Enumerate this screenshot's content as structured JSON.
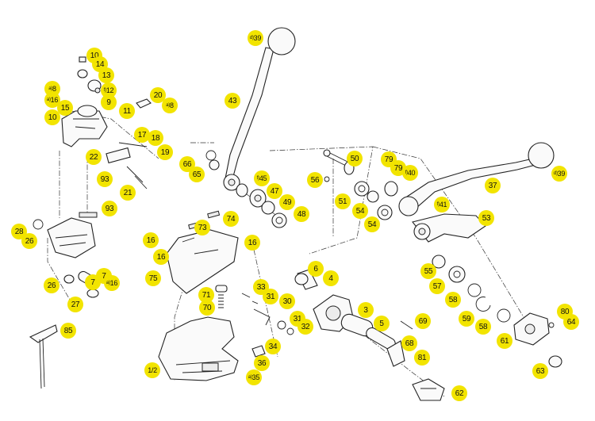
{
  "diagram": {
    "callouts": [
      {
        "id": "c-10a",
        "label": "10"
      },
      {
        "id": "c-14",
        "label": "14"
      },
      {
        "id": "c-13",
        "label": "13"
      },
      {
        "id": "c-8a",
        "prefix": "a)",
        "label": "8"
      },
      {
        "id": "c-16a",
        "prefix": "a)",
        "label": "16"
      },
      {
        "id": "c-12",
        "prefix": "f)",
        "label": "12"
      },
      {
        "id": "c-9",
        "label": "9"
      },
      {
        "id": "c-15",
        "label": "15"
      },
      {
        "id": "c-10b",
        "label": "10"
      },
      {
        "id": "c-11",
        "label": "11"
      },
      {
        "id": "c-20",
        "label": "20"
      },
      {
        "id": "c-8b",
        "prefix": "a)",
        "label": "8"
      },
      {
        "id": "c-17",
        "label": "17"
      },
      {
        "id": "c-18",
        "label": "18"
      },
      {
        "id": "c-19",
        "label": "19"
      },
      {
        "id": "c-22",
        "label": "22"
      },
      {
        "id": "c-93a",
        "label": "93"
      },
      {
        "id": "c-21",
        "label": "21"
      },
      {
        "id": "c-93b",
        "label": "93"
      },
      {
        "id": "c-28",
        "label": "28"
      },
      {
        "id": "c-26a",
        "label": "26"
      },
      {
        "id": "c-7a",
        "label": "7"
      },
      {
        "id": "c-26b",
        "label": "26"
      },
      {
        "id": "c-7b",
        "label": "7"
      },
      {
        "id": "c-16b",
        "prefix": "a)",
        "label": "16"
      },
      {
        "id": "c-27",
        "label": "27"
      },
      {
        "id": "c-85",
        "label": "85"
      },
      {
        "id": "c-39a",
        "prefix": "d)",
        "label": "39"
      },
      {
        "id": "c-43",
        "label": "43"
      },
      {
        "id": "c-66",
        "label": "66"
      },
      {
        "id": "c-65",
        "label": "65"
      },
      {
        "id": "c-45",
        "prefix": "f)",
        "label": "45"
      },
      {
        "id": "c-47",
        "label": "47"
      },
      {
        "id": "c-49",
        "label": "49"
      },
      {
        "id": "c-48",
        "label": "48"
      },
      {
        "id": "c-74",
        "label": "74"
      },
      {
        "id": "c-73",
        "label": "73"
      },
      {
        "id": "c-16c",
        "label": "16"
      },
      {
        "id": "c-16d",
        "label": "16"
      },
      {
        "id": "c-16e",
        "label": "16"
      },
      {
        "id": "c-75",
        "label": "75"
      },
      {
        "id": "c-71",
        "label": "71"
      },
      {
        "id": "c-70",
        "label": "70"
      },
      {
        "id": "c-33",
        "label": "33"
      },
      {
        "id": "c-31a",
        "label": "31"
      },
      {
        "id": "c-30",
        "label": "30"
      },
      {
        "id": "c-31b",
        "label": "31"
      },
      {
        "id": "c-32",
        "label": "32"
      },
      {
        "id": "c-34",
        "label": "34"
      },
      {
        "id": "c-1-2",
        "label": "1/2"
      },
      {
        "id": "c-36",
        "label": "36"
      },
      {
        "id": "c-35",
        "prefix": "a)",
        "label": "35"
      },
      {
        "id": "c-50",
        "label": "50"
      },
      {
        "id": "c-79a",
        "label": "79"
      },
      {
        "id": "c-79b",
        "label": "79"
      },
      {
        "id": "c-40",
        "prefix": "f)",
        "label": "40"
      },
      {
        "id": "c-56",
        "label": "56"
      },
      {
        "id": "c-51",
        "label": "51"
      },
      {
        "id": "c-54a",
        "label": "54"
      },
      {
        "id": "c-54b",
        "label": "54"
      },
      {
        "id": "c-39b",
        "prefix": "d)",
        "label": "39"
      },
      {
        "id": "c-37",
        "label": "37"
      },
      {
        "id": "c-41",
        "prefix": "f)",
        "label": "41"
      },
      {
        "id": "c-53",
        "label": "53"
      },
      {
        "id": "c-55",
        "label": "55"
      },
      {
        "id": "c-57",
        "label": "57"
      },
      {
        "id": "c-58a",
        "label": "58"
      },
      {
        "id": "c-59",
        "label": "59"
      },
      {
        "id": "c-58b",
        "label": "58"
      },
      {
        "id": "c-61",
        "label": "61"
      },
      {
        "id": "c-80",
        "label": "80"
      },
      {
        "id": "c-64",
        "label": "64"
      },
      {
        "id": "c-63",
        "label": "63"
      },
      {
        "id": "c-6",
        "label": "6"
      },
      {
        "id": "c-4",
        "label": "4"
      },
      {
        "id": "c-3",
        "label": "3"
      },
      {
        "id": "c-5",
        "label": "5"
      },
      {
        "id": "c-69",
        "label": "69"
      },
      {
        "id": "c-68",
        "label": "68"
      },
      {
        "id": "c-81",
        "label": "81"
      },
      {
        "id": "c-62",
        "label": "62"
      }
    ]
  }
}
